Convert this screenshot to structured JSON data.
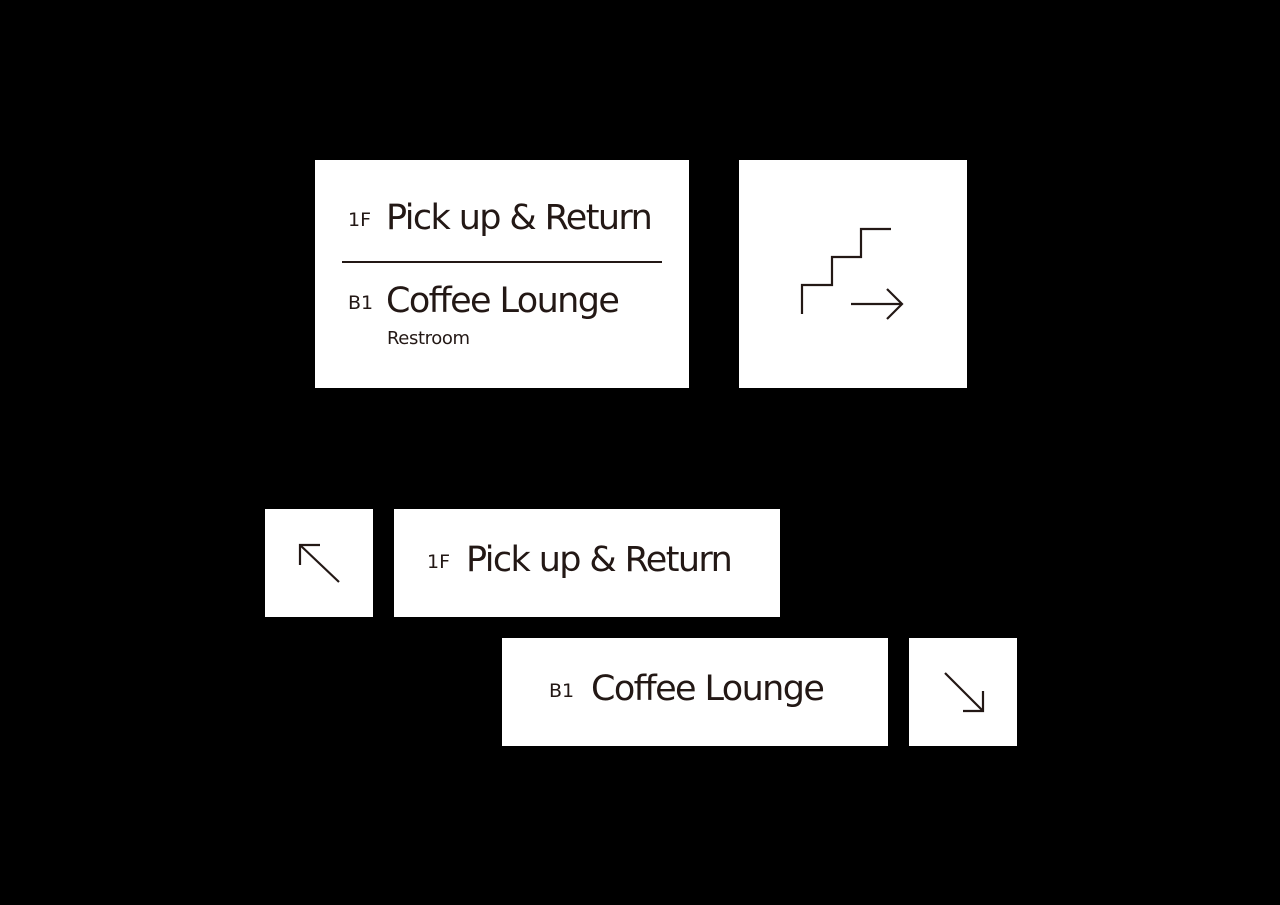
{
  "signage": {
    "directory_sign": {
      "row1": {
        "floor": "1F",
        "destination": "Pick up & Return"
      },
      "row2": {
        "floor": "B1",
        "destination": "Coffee Lounge",
        "secondary": "Restroom"
      }
    },
    "stairs_sign": {
      "icon": "stairs-with-right-arrow-icon"
    },
    "directional_up": {
      "icon": "arrow-up-left-icon",
      "floor": "1F",
      "destination": "Pick up & Return"
    },
    "directional_down": {
      "floor": "B1",
      "destination": "Coffee Lounge",
      "icon": "arrow-down-right-icon"
    }
  },
  "colors": {
    "background": "#000000",
    "panel": "#ffffff",
    "ink": "#231815"
  }
}
